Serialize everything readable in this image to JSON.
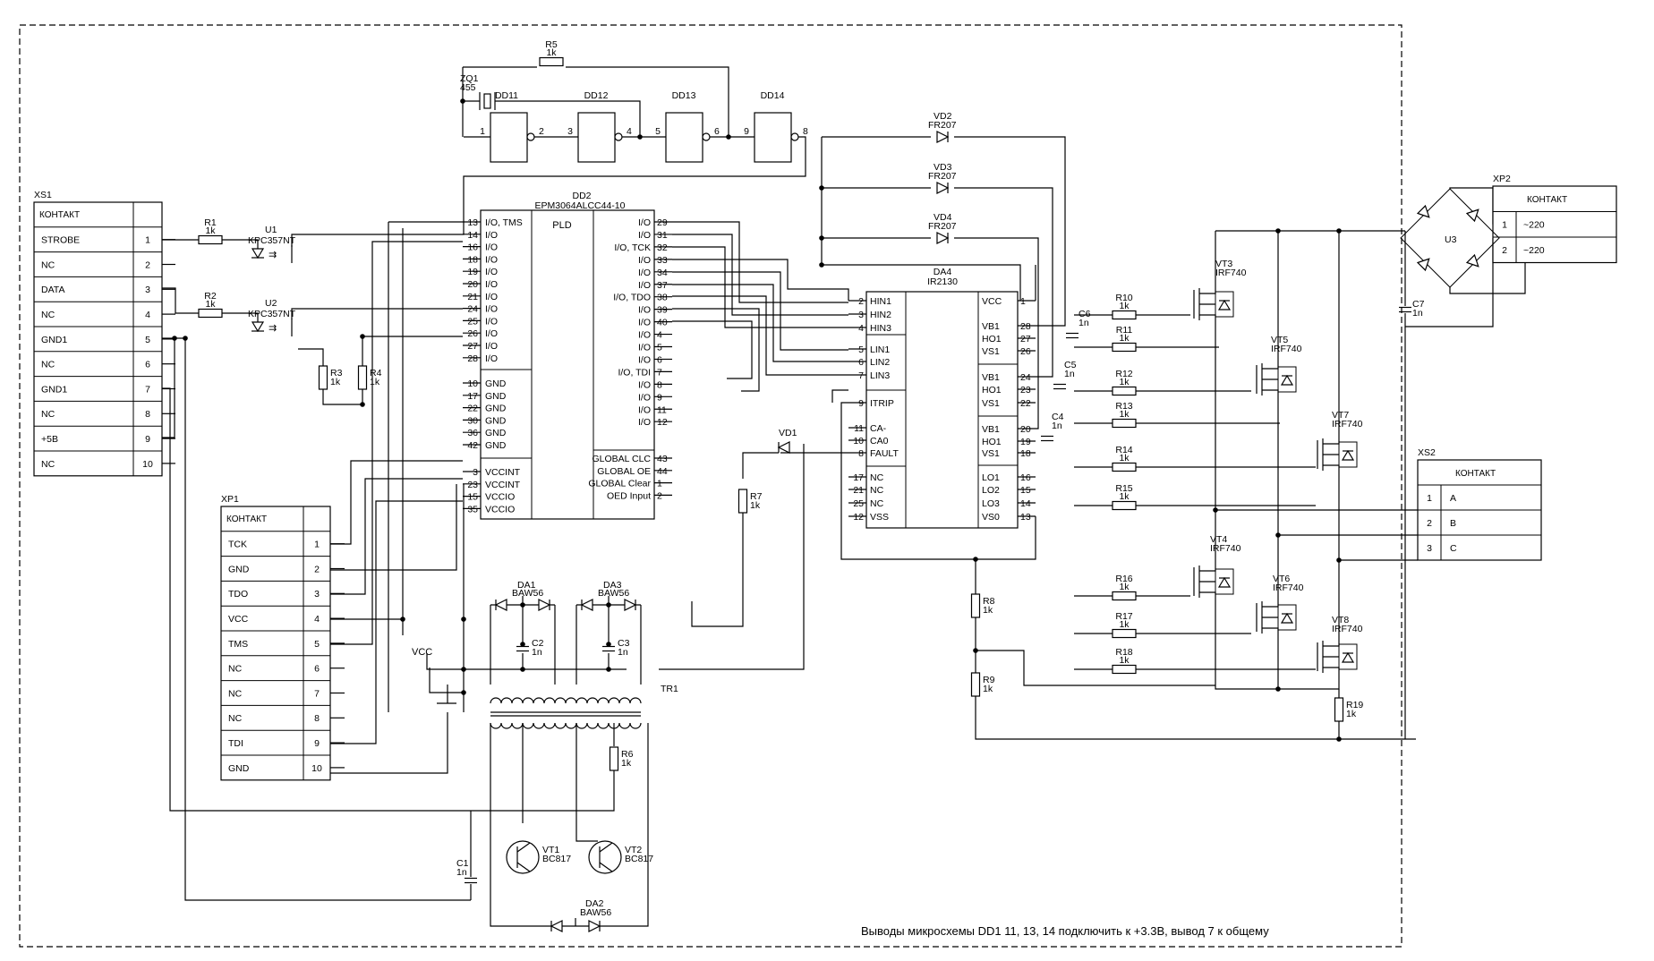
{
  "note": "Выводы микросхемы DD1 11, 13, 14 подключить к +3.3В, вывод 7 к общему",
  "vcc_label": "VCC",
  "pld_label": "PLD",
  "xs1": {
    "ref": "XS1",
    "header": "КОНТАКТ",
    "rows": [
      {
        "name": "STROBE",
        "pin": "1"
      },
      {
        "name": "NC",
        "pin": "2"
      },
      {
        "name": "DATA",
        "pin": "3"
      },
      {
        "name": "NC",
        "pin": "4"
      },
      {
        "name": "GND1",
        "pin": "5"
      },
      {
        "name": "NC",
        "pin": "6"
      },
      {
        "name": "GND1",
        "pin": "7"
      },
      {
        "name": "NC",
        "pin": "8"
      },
      {
        "name": "+5В",
        "pin": "9"
      },
      {
        "name": "NC",
        "pin": "10"
      }
    ]
  },
  "xp1": {
    "ref": "XP1",
    "header": "КОНТАКТ",
    "rows": [
      {
        "name": "TCK",
        "pin": "1"
      },
      {
        "name": "GND",
        "pin": "2"
      },
      {
        "name": "TDO",
        "pin": "3"
      },
      {
        "name": "VCC",
        "pin": "4"
      },
      {
        "name": "TMS",
        "pin": "5"
      },
      {
        "name": "NC",
        "pin": "6"
      },
      {
        "name": "NC",
        "pin": "7"
      },
      {
        "name": "NC",
        "pin": "8"
      },
      {
        "name": "TDI",
        "pin": "9"
      },
      {
        "name": "GND",
        "pin": "10"
      }
    ]
  },
  "xp2": {
    "ref": "XP2",
    "header": "КОНТАКТ",
    "rows": [
      {
        "pin": "1",
        "name": "~220"
      },
      {
        "pin": "2",
        "name": "~220"
      }
    ]
  },
  "xs2": {
    "ref": "XS2",
    "header": "КОНТАКТ",
    "rows": [
      {
        "pin": "1",
        "name": "A"
      },
      {
        "pin": "2",
        "name": "B"
      },
      {
        "pin": "3",
        "name": "C"
      }
    ]
  },
  "dd2": {
    "ref": "DD2",
    "part": "EPM3064ALCC44-10",
    "left_pins": [
      "13",
      "14",
      "16",
      "18",
      "19",
      "20",
      "21",
      "24",
      "25",
      "26",
      "27",
      "28"
    ],
    "left_labels": [
      "I/O, TMS",
      "I/O",
      "I/O",
      "I/O",
      "I/O",
      "I/O",
      "I/O",
      "I/O",
      "I/O",
      "I/O",
      "I/O",
      "I/O"
    ],
    "gnd_pins": [
      "10",
      "17",
      "22",
      "30",
      "36",
      "42"
    ],
    "gnd_label": "GND",
    "vcc_pins": [
      "3",
      "23",
      "15",
      "35"
    ],
    "vcc_labels": [
      "VCCINT",
      "VCCINT",
      "VCCIO",
      "VCCIO"
    ],
    "right_pins": [
      "29",
      "31",
      "32",
      "33",
      "34",
      "37",
      "38",
      "39",
      "40",
      "4",
      "5",
      "6",
      "7",
      "8",
      "9",
      "11",
      "12"
    ],
    "right_labels": [
      "I/O",
      "I/O",
      "I/O, TCK",
      "I/O",
      "I/O",
      "I/O",
      "I/O, TDO",
      "I/O",
      "I/O",
      "I/O",
      "I/O",
      "I/O",
      "I/O, TDI",
      "I/O",
      "I/O",
      "I/O",
      "I/O"
    ],
    "glob_pins": [
      "43",
      "44",
      "1",
      "2"
    ],
    "glob_labels": [
      "GLOBAL CLC",
      "GLOBAL OE",
      "GLOBAL Clear",
      "OED Input"
    ]
  },
  "da4": {
    "ref": "DA4",
    "part": "IR2130",
    "left_pins": [
      "2",
      "3",
      "4",
      "5",
      "6",
      "7",
      "9",
      "11",
      "10",
      "8",
      "17",
      "21",
      "25",
      "12"
    ],
    "left_labels": [
      "HIN1",
      "HIN2",
      "HIN3",
      "LIN1",
      "LIN2",
      "LIN3",
      "ITRIP",
      "CA-",
      "CA0",
      "FAULT",
      "NC",
      "NC",
      "NC",
      "VSS"
    ],
    "right_pins": [
      "1",
      "28",
      "27",
      "26",
      "24",
      "23",
      "22",
      "20",
      "19",
      "18",
      "16",
      "15",
      "14",
      "13"
    ],
    "right_labels": [
      "VCC",
      "VB1",
      "HO1",
      "VS1",
      "VB1",
      "HO1",
      "VS1",
      "VB1",
      "HO1",
      "VS1",
      "LO1",
      "LO2",
      "LO3",
      "VS0"
    ]
  },
  "gates": {
    "refs": [
      "DD11",
      "DD12",
      "DD13",
      "DD14"
    ],
    "pins": [
      "1",
      "2",
      "3",
      "4",
      "5",
      "6",
      "9",
      "8"
    ]
  },
  "parts": {
    "ZQ1": [
      "ZQ1",
      "455"
    ],
    "R5": [
      "R5",
      "1k"
    ],
    "VD2": [
      "VD2",
      "FR207"
    ],
    "VD3": [
      "VD3",
      "FR207"
    ],
    "VD4": [
      "VD4",
      "FR207"
    ],
    "R1": [
      "R1",
      "1k"
    ],
    "R2": [
      "R2",
      "1k"
    ],
    "U1": [
      "U1",
      "KPC357NT"
    ],
    "U2": [
      "U2",
      "KPC357NT"
    ],
    "R3": [
      "R3",
      "1k"
    ],
    "R4": [
      "R4",
      "1k"
    ],
    "VD1": [
      "VD1"
    ],
    "R7": [
      "R7",
      "1k"
    ],
    "DA1": [
      "DA1",
      "BAW56"
    ],
    "DA3": [
      "DA3",
      "BAW56"
    ],
    "C2": [
      "C2",
      "1n"
    ],
    "C3": [
      "C3",
      "1n"
    ],
    "TR1": [
      "TR1"
    ],
    "R6": [
      "R6",
      "1k"
    ],
    "C1": [
      "C1",
      "1n"
    ],
    "VT1": [
      "VT1",
      "BC817"
    ],
    "VT2": [
      "VT2",
      "BC817"
    ],
    "DA2": [
      "DA2",
      "BAW56"
    ],
    "C6": [
      "C6",
      "1n"
    ],
    "C5": [
      "C5",
      "1n"
    ],
    "C4": [
      "C4",
      "1n"
    ],
    "R10": [
      "R10",
      "1k"
    ],
    "R11": [
      "R11",
      "1k"
    ],
    "R12": [
      "R12",
      "1k"
    ],
    "R13": [
      "R13",
      "1k"
    ],
    "R14": [
      "R14",
      "1k"
    ],
    "R15": [
      "R15",
      "1k"
    ],
    "R16": [
      "R16",
      "1k"
    ],
    "R17": [
      "R17",
      "1k"
    ],
    "R18": [
      "R18",
      "1k"
    ],
    "R8": [
      "R8",
      "1k"
    ],
    "R9": [
      "R9",
      "1k"
    ],
    "R19": [
      "R19",
      "1k"
    ],
    "VT3": [
      "VT3",
      "IRF740"
    ],
    "VT5": [
      "VT5",
      "IRF740"
    ],
    "VT7": [
      "VT7",
      "IRF740"
    ],
    "VT4": [
      "VT4",
      "IRF740"
    ],
    "VT6": [
      "VT6",
      "IRF740"
    ],
    "VT8": [
      "VT8",
      "IRF740"
    ],
    "U3": [
      "U3"
    ],
    "C7": [
      "C7",
      "1n"
    ]
  }
}
